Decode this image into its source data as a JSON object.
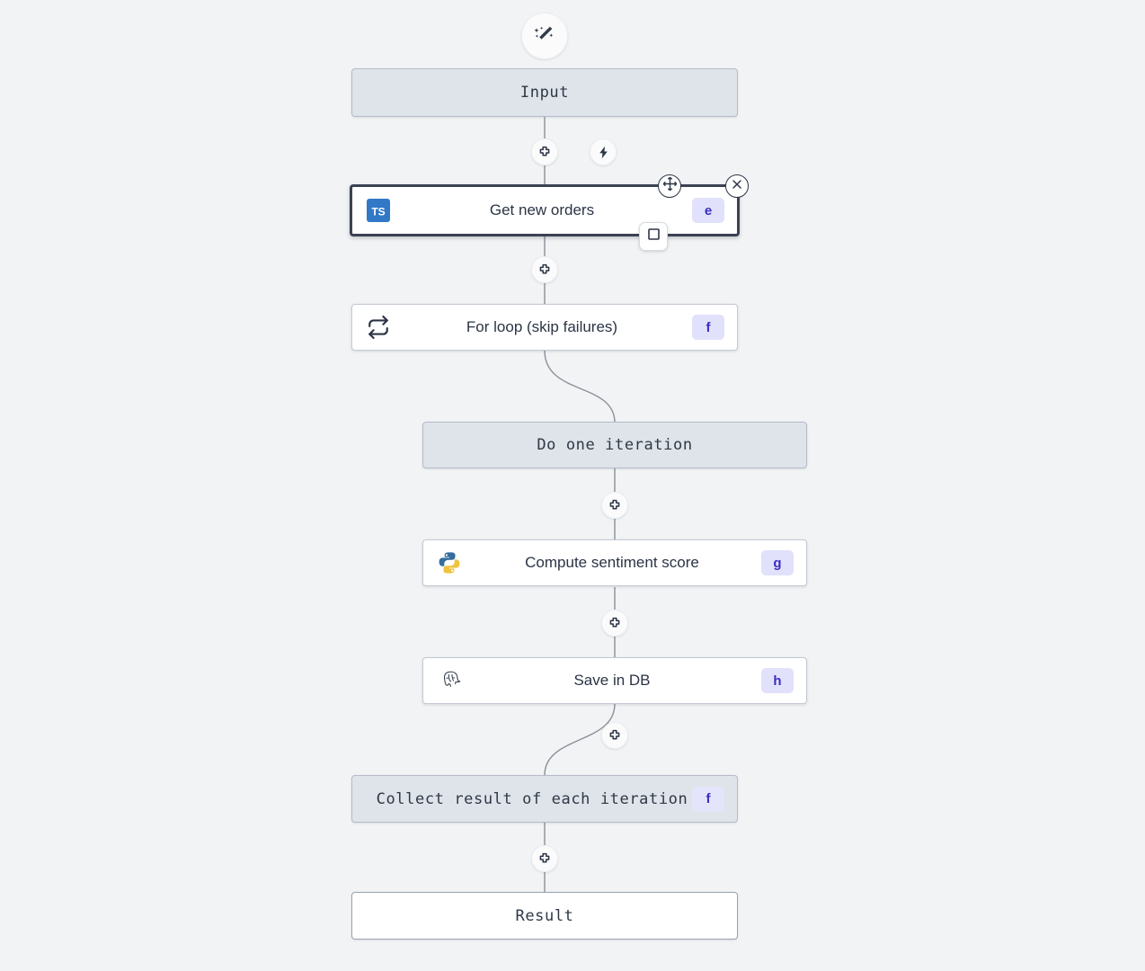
{
  "canvas": {
    "background": "#f1f3f5",
    "edge_color": "#8b9199",
    "accent_badge_bg": "#e1e1fb",
    "accent_badge_fg": "#3a2ec2",
    "system_node_bg": "#dfe4ea",
    "selection_color": "#3b4252"
  },
  "toolbar": {
    "ai_assistant_icon": "magic-wand-icon",
    "ai_assistant_label": ""
  },
  "nodes": [
    {
      "id": "input",
      "label": "Input",
      "kind": "system",
      "icon": "",
      "badge": ""
    },
    {
      "id": "get-new-orders",
      "label": "Get new orders",
      "kind": "step",
      "icon": "typescript-icon",
      "badge": "e",
      "selected": true
    },
    {
      "id": "for-loop",
      "label": "For loop (skip failures)",
      "kind": "step",
      "icon": "loop-icon",
      "badge": "f"
    },
    {
      "id": "do-one-iteration",
      "label": "Do one iteration",
      "kind": "system",
      "icon": "",
      "badge": ""
    },
    {
      "id": "compute-sentiment-score",
      "label": "Compute sentiment score",
      "kind": "step",
      "icon": "python-icon",
      "badge": "g"
    },
    {
      "id": "save-in-db",
      "label": "Save in DB",
      "kind": "step",
      "icon": "postgresql-icon",
      "badge": "h"
    },
    {
      "id": "collect-result",
      "label": "Collect result of each iteration",
      "kind": "system",
      "icon": "",
      "badge": "f"
    },
    {
      "id": "result",
      "label": "Result",
      "kind": "plain",
      "icon": "",
      "badge": ""
    }
  ],
  "canvas_buttons": [
    {
      "id": "insert-after-input",
      "icon": "plus-icon"
    },
    {
      "id": "trigger",
      "icon": "lightning-icon"
    },
    {
      "id": "insert-after-get-orders",
      "icon": "plus-icon"
    },
    {
      "id": "insert-after-iteration",
      "icon": "plus-icon"
    },
    {
      "id": "insert-after-sentiment",
      "icon": "plus-icon"
    },
    {
      "id": "insert-after-save-db",
      "icon": "plus-icon"
    },
    {
      "id": "insert-after-collect",
      "icon": "plus-icon"
    }
  ],
  "selection_controls": [
    {
      "id": "move-handle",
      "icon": "move-icon"
    },
    {
      "id": "delete-node",
      "icon": "close-icon"
    },
    {
      "id": "branch-toggle",
      "icon": "square-icon"
    }
  ]
}
